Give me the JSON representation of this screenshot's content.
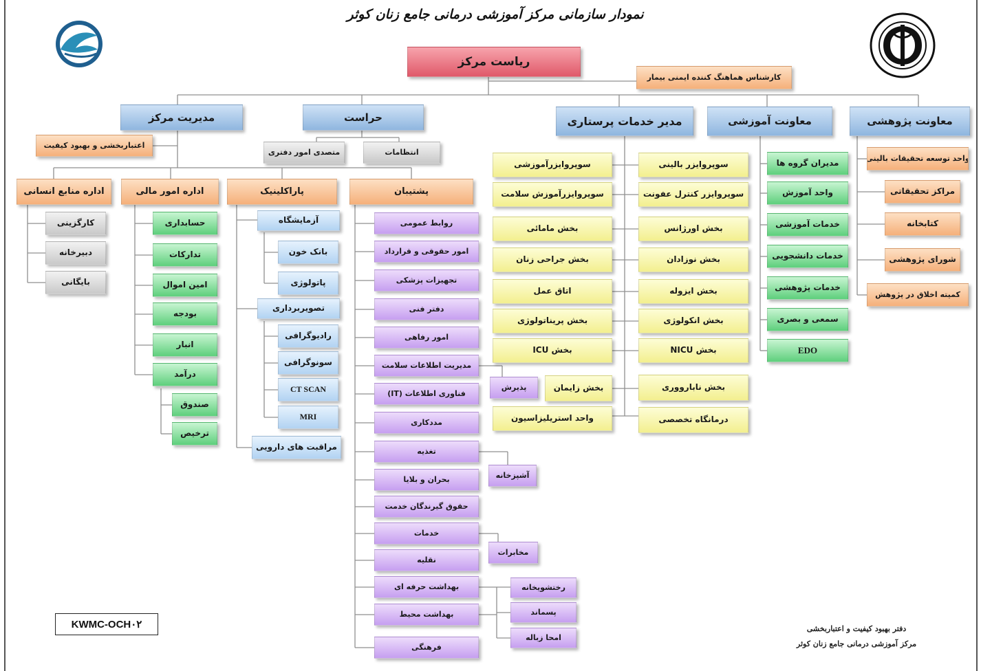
{
  "title": "نمودار سازمانی مرکز آموزشی درمانی جامع زنان کوثر",
  "document_code": "KWMC-OCH۰۲",
  "footer": {
    "line1": "دفتر بهبود کیفیت و اعتباربخشی",
    "line2": "مرکز آموزشی درمانی جامع زنان کوثر"
  },
  "logos": {
    "left": "dove-logo",
    "right": "university-seal-logo"
  },
  "colors": {
    "head": "#e0596a",
    "top_unit": "#8fb6df",
    "orange": "#f5b07a",
    "gray": "#c9c9c9",
    "yellow": "#f3ef8f",
    "green": "#5ecf7c",
    "purple": "#c69ff0",
    "light_blue": "#b2d3f2"
  },
  "nodes": {
    "head": "ریاست مرکز",
    "patient_safety": "کارشناس هماهنگ کننده ایمنی بیمار",
    "management": "مدیریت مرکز",
    "security": "حراست",
    "nursing": "مدیر خدمات پرستاری",
    "education": "معاونت آموزشی",
    "research": "معاونت پژوهشی",
    "accreditation": "اعتباربخشی و بهبود کیفیت",
    "sec_discipline": "انتظامات",
    "sec_office": "متصدی امور دفتری",
    "hr": "اداره منابع انسانی",
    "hr_items": [
      "کارگزینی",
      "دبیرخانه",
      "بایگانی"
    ],
    "finance": "اداره امور مالی",
    "finance_items": [
      "حسابداری",
      "تدارکات",
      "امین اموال",
      "بودجه",
      "انبار",
      "درآمد"
    ],
    "income_items": [
      "صندوق",
      "ترخیص"
    ],
    "paraclinic": "پاراکلینیک",
    "lab": "آزمایشگاه",
    "lab_items": [
      "بانک خون",
      "پاتولوژی"
    ],
    "imaging": "تصویربرداری",
    "imaging_items": [
      "رادیوگرافی",
      "سونوگرافی",
      "CT SCAN",
      "MRI"
    ],
    "pharmacy": "مراقبت های دارویی",
    "support": "پشتیبان",
    "support_items": [
      "روابط عمومی",
      "امور حقوقی و قرارداد",
      "تجهیزات پزشکی",
      "دفتر فنی",
      "امور رفاهی",
      "مدیریت اطلاعات سلامت",
      "فناوری اطلاعات (IT)",
      "مددکاری",
      "تغذیه",
      "بحران و بلایا",
      "حقوق گیرندگان خدمت",
      "خدمات",
      "نقلیه",
      "بهداشت حرفه ای",
      "بهداشت محیط",
      "فرهنگی"
    ],
    "admission": "پذیرش",
    "kitchen": "آشپزخانه",
    "telecom": "مخابرات",
    "env_items": [
      "رختشویخانه",
      "پسماند",
      "امحا زباله"
    ],
    "nursing_left": [
      "سوپروایزرآموزشی",
      "سوپروایزرآموزش سلامت",
      "بخش مامائی",
      "بخش جراحی زنان",
      "اتاق عمل",
      "بخش پریناتولوژی",
      "بخش ICU",
      "بخش زایمان",
      "واحد استریلیزاسیون"
    ],
    "nursing_right": [
      "سوپروایزر بالینی",
      "سوپروایزر کنترل عفونت",
      "بخش اورژانس",
      "بخش نوزادان",
      "بخش ایزوله",
      "بخش انکولوژی",
      "بخش NICU",
      "بخش نابارووری",
      "درمانگاه تخصصی"
    ],
    "education_items": [
      "مدیران گروه ها",
      "واحد آموزش",
      "خدمات آموزشی",
      "خدمات دانشجویی",
      "خدمات پژوهشی",
      "سمعی و بصری",
      "EDO"
    ],
    "research_items": [
      "واحد توسعه تحقیقات بالینی",
      "مراکز تحقیقاتی",
      "کتابخانه",
      "شورای پژوهشی",
      "کمیته اخلاق در پژوهش"
    ]
  }
}
